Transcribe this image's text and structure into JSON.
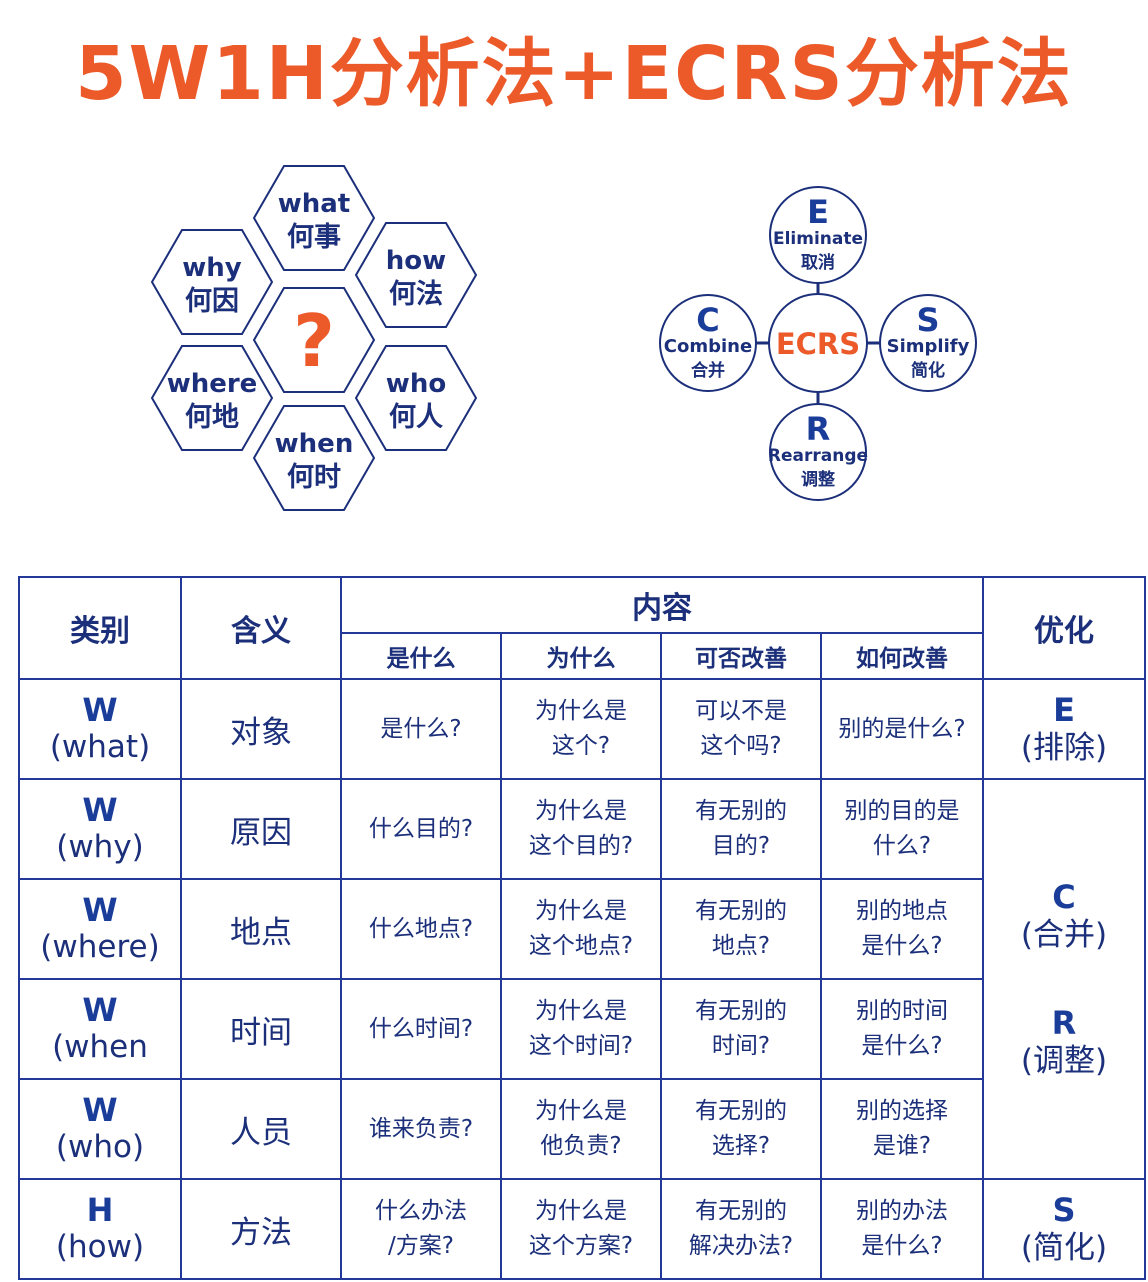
{
  "title": "5W1H分析法+ECRS分析法",
  "hexagons": {
    "center": "?",
    "items": [
      {
        "en": "what",
        "zh": "何事"
      },
      {
        "en": "how",
        "zh": "何法"
      },
      {
        "en": "who",
        "zh": "何人"
      },
      {
        "en": "when",
        "zh": "何时"
      },
      {
        "en": "where",
        "zh": "何地"
      },
      {
        "en": "why",
        "zh": "何因"
      }
    ]
  },
  "ecrs": {
    "center": "ECRS",
    "nodes": [
      {
        "letter": "E",
        "en": "Eliminate",
        "zh": "取消"
      },
      {
        "letter": "C",
        "en": "Combine",
        "zh": "合并"
      },
      {
        "letter": "S",
        "en": "Simplify",
        "zh": "简化"
      },
      {
        "letter": "R",
        "en": "Rearrange",
        "zh": "调整"
      }
    ]
  },
  "table": {
    "headers": {
      "category": "类别",
      "meaning": "含义",
      "content": "内容",
      "optimize": "优化",
      "sub": [
        "是什么",
        "为什么",
        "可否改善",
        "如何改善"
      ]
    },
    "rows": [
      {
        "code": "W",
        "en": "(what)",
        "meaning": "对象",
        "cells": [
          "是什么?",
          "为什么是\n这个?",
          "可以不是\n这个吗?",
          "别的是什么?"
        ]
      },
      {
        "code": "W",
        "en": "(why)",
        "meaning": "原因",
        "cells": [
          "什么目的?",
          "为什么是\n这个目的?",
          "有无别的\n目的?",
          "别的目的是\n什么?"
        ]
      },
      {
        "code": "W",
        "en": "(where)",
        "meaning": "地点",
        "cells": [
          "什么地点?",
          "为什么是\n这个地点?",
          "有无别的\n地点?",
          "别的地点\n是什么?"
        ]
      },
      {
        "code": "W",
        "en": "(when",
        "meaning": "时间",
        "cells": [
          "什么时间?",
          "为什么是\n这个时间?",
          "有无别的\n时间?",
          "别的时间\n是什么?"
        ]
      },
      {
        "code": "W",
        "en": "(who)",
        "meaning": "人员",
        "cells": [
          "谁来负责?",
          "为什么是\n他负责?",
          "有无别的\n选择?",
          "别的选择\n是谁?"
        ]
      },
      {
        "code": "H",
        "en": "(how)",
        "meaning": "方法",
        "cells": [
          "什么办法\n/方案?",
          "为什么是\n这个方案?",
          "有无别的\n解决办法?",
          "别的办法\n是什么?"
        ]
      }
    ],
    "optimize": {
      "e": {
        "code": "E",
        "zh": "(排除)"
      },
      "cr": [
        {
          "code": "C",
          "zh": "(合并)"
        },
        {
          "code": "R",
          "zh": "(调整)"
        }
      ],
      "s": {
        "code": "S",
        "zh": "(简化)"
      }
    }
  },
  "colors": {
    "title": "#ec5a2a",
    "primary": "#1b2f7a",
    "border": "#23399a",
    "accent": "#ec5a2a"
  }
}
